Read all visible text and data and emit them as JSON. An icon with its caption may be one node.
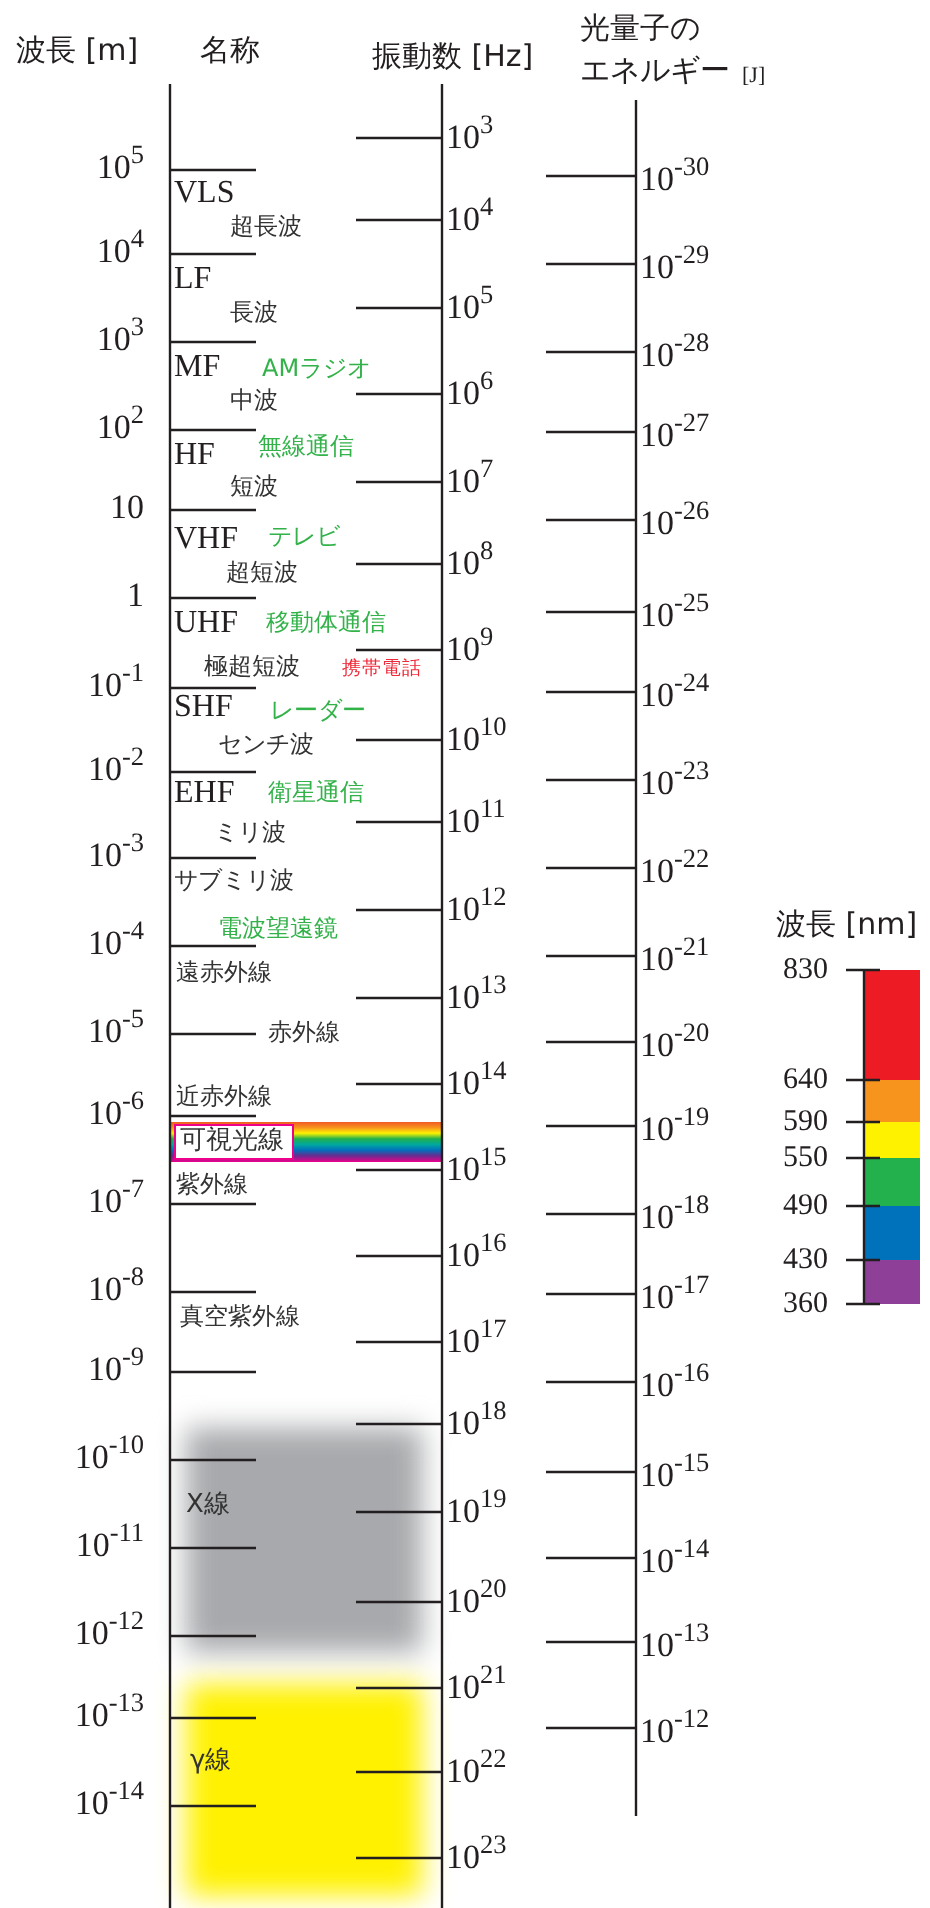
{
  "diagram": {
    "nodes": [
      {
        "text": [
          "可視光線"
        ]
      },
      {
        "text": [
          "X線"
        ]
      },
      {
        "text": [
          "γ線"
        ]
      }
    ],
    "labels": [
      "波長 [m]",
      "名称",
      "振動数 [Hz]",
      "光量子の",
      "エネルギー",
      "[J]",
      "10$^{5}$",
      "10$^{4}$",
      "10$^{3}$",
      "10$^{2}$",
      "10",
      "1",
      "10$^{-1}$",
      "10$^{-2}$",
      "10$^{-3}$",
      "10$^{-4}$",
      "10$^{-5}$",
      "10$^{-6}$",
      "10$^{-7}$",
      "10$^{-8}$",
      "10$^{-9}$",
      "10$^{-10}$",
      "10$^{-11}$",
      "10$^{-12}$",
      "10$^{-13}$",
      "10$^{-14}$",
      "VLS",
      "超長波",
      "LF",
      "長波",
      "MF",
      "AMラジオ",
      "中波",
      "HF",
      "無線通信",
      "短波",
      "VHF",
      "テレビ",
      "超短波",
      "UHF",
      "移動体通信",
      "極超短波",
      "携帯電話",
      "SHF",
      "レーダー",
      "センチ波",
      "EHF",
      "衛星通信",
      "ミリ波",
      "サブミリ波",
      "電波望遠鏡",
      "遠赤外線",
      "赤外線",
      "近赤外線",
      "紫外線",
      "真空紫外線",
      "10$^{3}$",
      "10$^{4}$",
      "10$^{5}$",
      "10$^{6}$",
      "10$^{7}$",
      "10$^{8}$",
      "10$^{9}$",
      "10$^{10}$",
      "10$^{11}$",
      "10$^{12}$",
      "10$^{13}$",
      "10$^{14}$",
      "10$^{15}$",
      "10$^{16}$",
      "10$^{17}$",
      "10$^{18}$",
      "10$^{19}$",
      "10$^{20}$",
      "10$^{21}$",
      "10$^{22}$",
      "10$^{23}$",
      "10$^{-30}$",
      "10$^{-29}$",
      "10$^{-28}$",
      "10$^{-27}$",
      "10$^{-26}$",
      "10$^{-25}$",
      "10$^{-24}$",
      "10$^{-23}$",
      "10$^{-22}$",
      "10$^{-21}$",
      "10$^{-20}$",
      "10$^{-19}$",
      "10$^{-18}$",
      "10$^{-17}$",
      "10$^{-16}$",
      "10$^{-15}$",
      "10$^{-14}$",
      "10$^{-13}$",
      "10$^{-12}$",
      "波長 [nm]",
      "830",
      "640",
      "590",
      "550",
      "490",
      "430",
      "360"
    ]
  }
}
